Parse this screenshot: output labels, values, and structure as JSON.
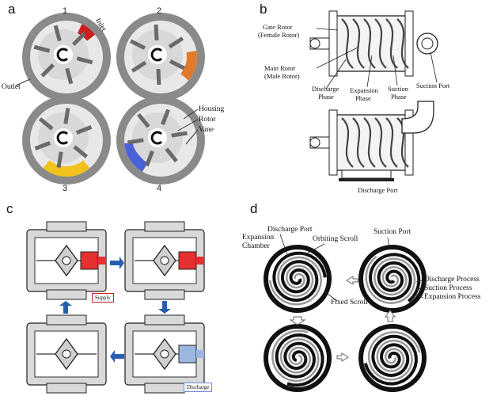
{
  "colors": {
    "housing": "#8a8a8a",
    "rotor": "#d8d8d8",
    "inlet_red": "#cc1f1f",
    "orange": "#e07a2a",
    "yellow": "#f1c21b",
    "blue": "#4a62d8",
    "arrow_blue": "#2a5db0",
    "supply_red": "#e53030",
    "discharge_blue": "#9ab7e0"
  },
  "panel_a": {
    "label": "a",
    "numbers": [
      "1",
      "2",
      "3",
      "4"
    ],
    "inlet": "Inlet",
    "outlet": "Outlet",
    "housing": "Housing",
    "rotor": "Rotor",
    "vane": "Vane"
  },
  "panel_b": {
    "label": "b",
    "gate_rotor": "Gate Rotor",
    "gate_rotor_sub": "(Female Rotor)",
    "main_rotor": "Main Rotor",
    "main_rotor_sub": "(Male Rotor)",
    "discharge_phase": "Discharge",
    "discharge_phase_2": "Phase",
    "expansion_phase": "Expansion",
    "expansion_phase_2": "Phase",
    "suction_phase": "Suction",
    "suction_phase_2": "Phase",
    "suction_port": "Suction Port",
    "discharge_port": "Discharge Port"
  },
  "panel_c": {
    "label": "c",
    "supply": "Supply",
    "discharge": "Discharge"
  },
  "panel_d": {
    "label": "d",
    "discharge_port": "Discharge Port",
    "suction_port": "Suction Port",
    "expansion_chamber": "Expansion",
    "expansion_chamber_2": "Chamber",
    "orbiting_scroll": "Orbiting Scroll",
    "discharge_process": "Discharge Process",
    "suction_process": "Suction Process",
    "expansion_process": "Expansion Process",
    "fixed_scroll": "Fixed Scroll"
  }
}
